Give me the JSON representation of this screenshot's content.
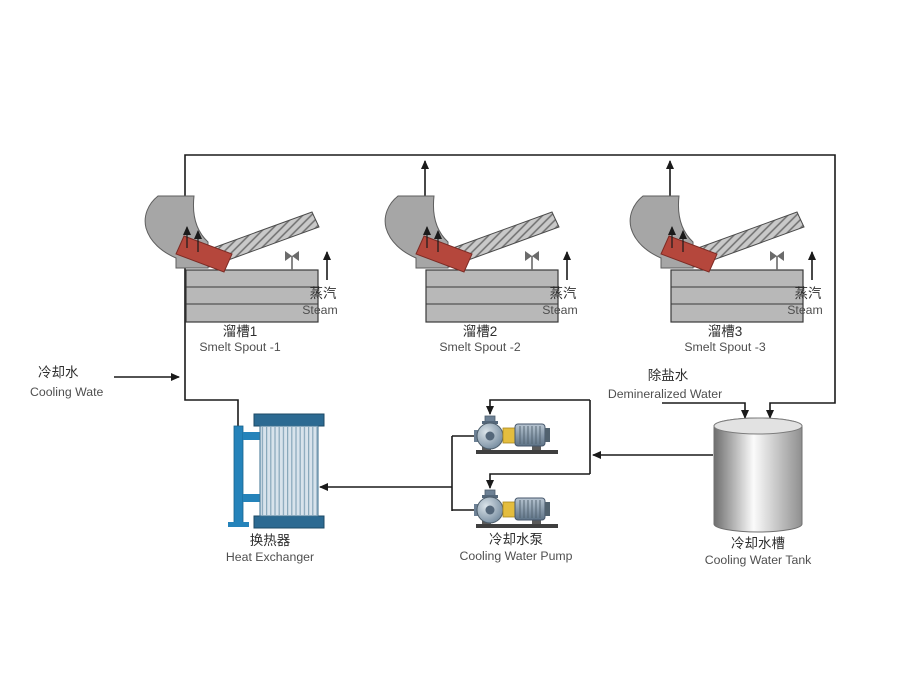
{
  "units": [
    {
      "name_zh": "溜槽1",
      "name_en": "Smelt Spout -1",
      "steam_zh": "蒸汽",
      "steam_en": "Steam"
    },
    {
      "name_zh": "溜槽2",
      "name_en": "Smelt Spout -2",
      "steam_zh": "蒸汽",
      "steam_en": "Steam"
    },
    {
      "name_zh": "溜槽3",
      "name_en": "Smelt Spout -3",
      "steam_zh": "蒸汽",
      "steam_en": "Steam"
    }
  ],
  "cooling_water_inlet": {
    "label_zh": "冷却水",
    "label_en": "Cooling Wate"
  },
  "demineralized_water": {
    "label_zh": "除盐水",
    "label_en": "Demineralized Water"
  },
  "heat_exchanger": {
    "label_zh": "换热器",
    "label_en": "Heat Exchanger"
  },
  "cooling_water_pump": {
    "label_zh": "冷却水泵",
    "label_en": "Cooling Water Pump"
  },
  "cooling_water_tank": {
    "label_zh": "冷却水槽",
    "label_en": "Cooling Water Tank"
  },
  "colors": {
    "spout_red": "#b5473c",
    "pipe_blue": "#2583ba",
    "pump_yellow": "#e4bd3e",
    "line_black": "#1a1a1a",
    "steel_gray": "#a9a9a9"
  }
}
